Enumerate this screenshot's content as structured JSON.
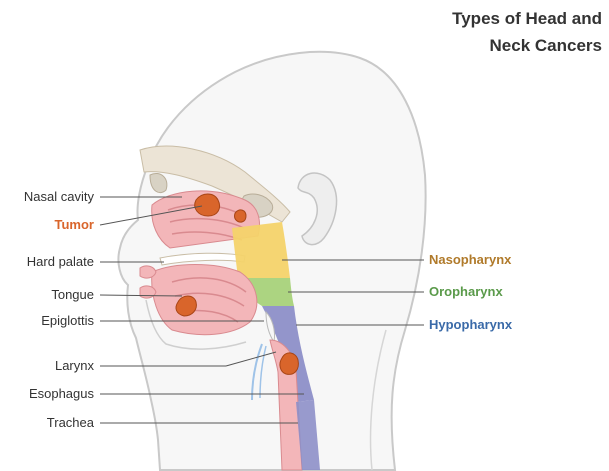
{
  "title": {
    "line1": "Types of Head and",
    "line2": "Neck Cancers"
  },
  "left_labels": {
    "nasal_cavity": "Nasal cavity",
    "tumor": "Tumor",
    "hard_palate": "Hard palate",
    "tongue": "Tongue",
    "epiglottis": "Epiglottis",
    "larynx": "Larynx",
    "esophagus": "Esophagus",
    "trachea": "Trachea"
  },
  "right_labels": {
    "nasopharynx": "Nasopharynx",
    "oropharynx": "Oropharynx",
    "hypopharynx": "Hypopharynx"
  },
  "colors": {
    "tumor": "#d9652b",
    "nasopharynx": "#b07a2a",
    "oropharynx": "#5a9a4a",
    "hypopharynx": "#3a6aa8",
    "nasopharynx_region": "#f4d36a",
    "oropharynx_region": "#a8d27a",
    "hypopharynx_region": "#8d8fc8"
  }
}
